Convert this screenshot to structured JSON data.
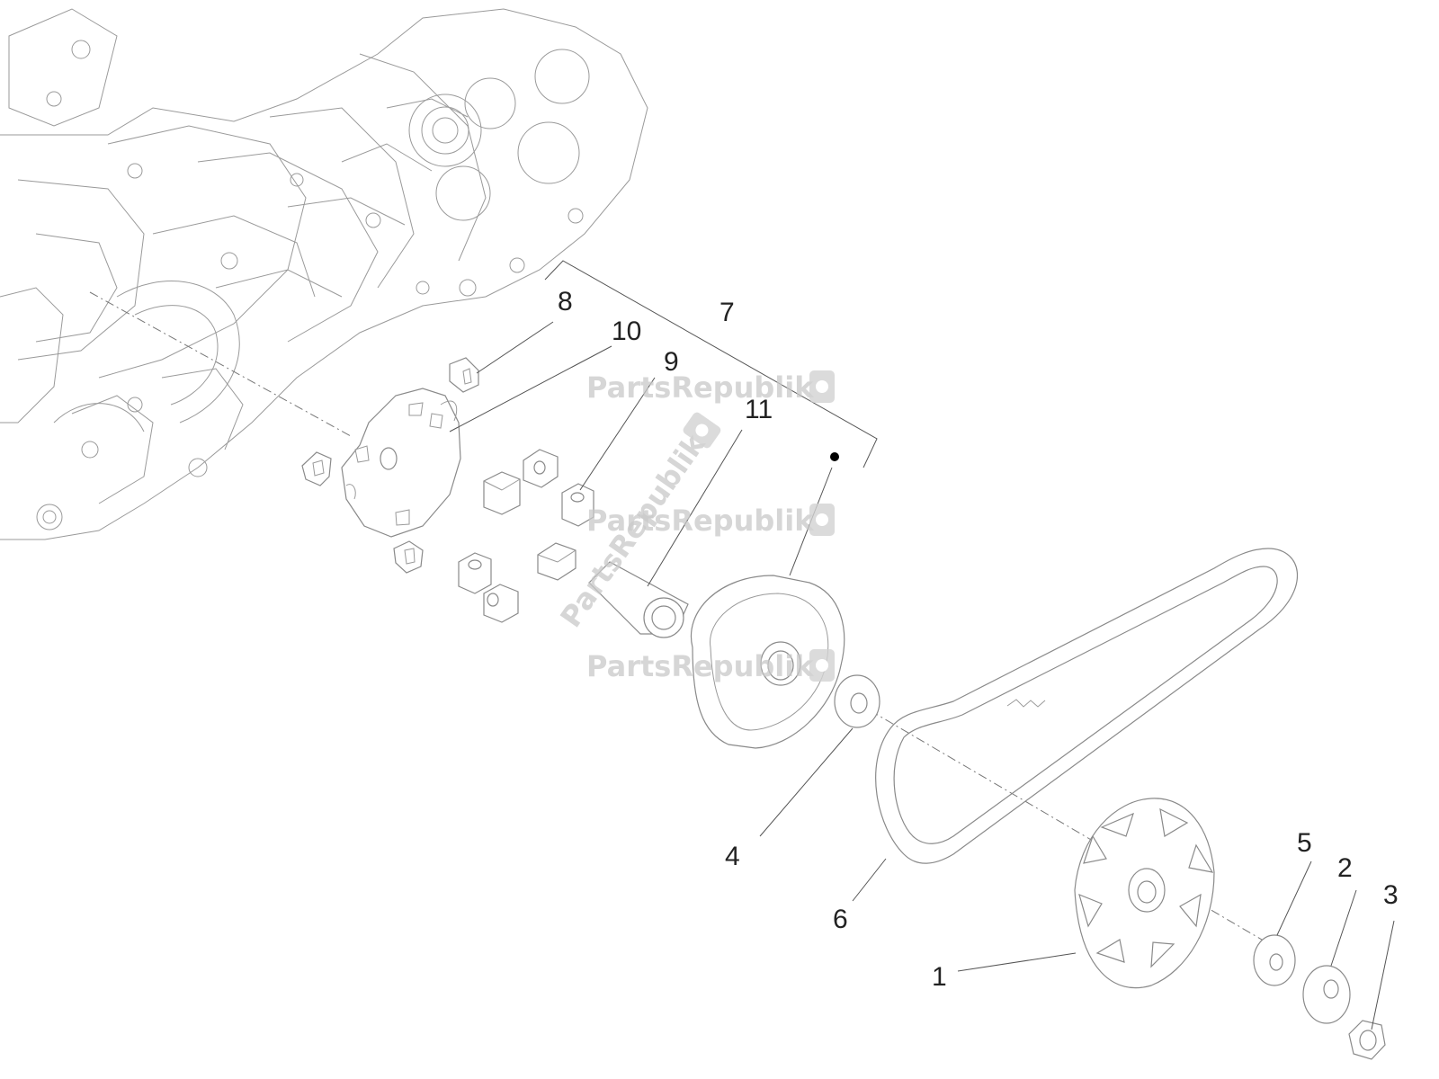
{
  "callouts": [
    {
      "id": "1",
      "label": "1"
    },
    {
      "id": "2",
      "label": "2"
    },
    {
      "id": "3",
      "label": "3"
    },
    {
      "id": "4",
      "label": "4"
    },
    {
      "id": "5",
      "label": "5"
    },
    {
      "id": "6",
      "label": "6"
    },
    {
      "id": "7",
      "label": "7"
    },
    {
      "id": "8",
      "label": "8"
    },
    {
      "id": "9",
      "label": "9"
    },
    {
      "id": "10",
      "label": "10"
    },
    {
      "id": "11",
      "label": "11"
    }
  ],
  "watermark": {
    "text": "PartsRepublik",
    "icon": "gear-shield-icon"
  }
}
